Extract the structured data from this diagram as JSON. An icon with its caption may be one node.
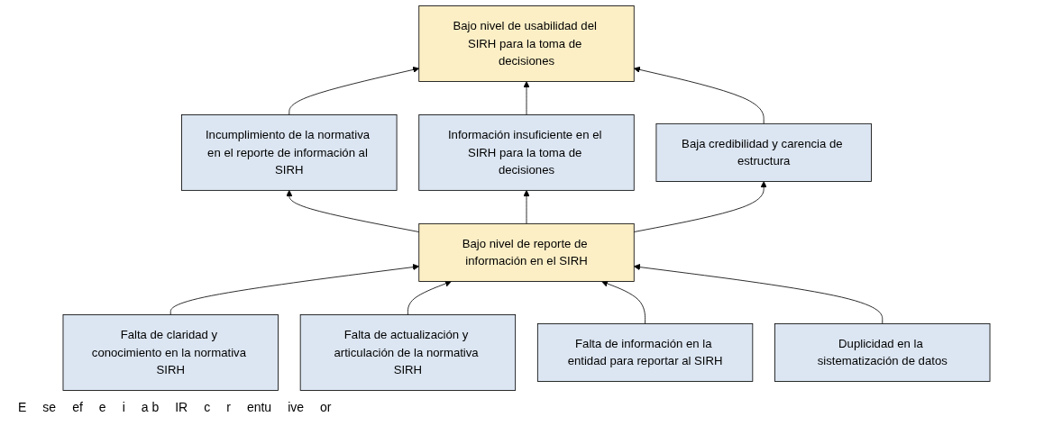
{
  "diagram": {
    "nodes": [
      {
        "text": [
          "Bajo nivel de usabilidad del SIRH para la toma de decisiones"
        ]
      },
      {
        "text": [
          "Incumplimiento de la normativa en el reporte de información al SIRH"
        ]
      },
      {
        "text": [
          "Información insuficiente en el SIRH para la toma de decisiones"
        ]
      },
      {
        "text": [
          "Baja credibilidad y carencia de estructura"
        ]
      },
      {
        "text": [
          "Bajo nivel de reporte de información en el SIRH"
        ]
      },
      {
        "text": [
          "Falta de claridad y conocimiento en la normativa SIRH"
        ]
      },
      {
        "text": [
          "Falta de actualización y articulación de la normativa SIRH"
        ]
      },
      {
        "text": [
          "Falta de información en la entidad para reportar al SIRH"
        ]
      },
      {
        "text": [
          "Duplicidad en la sistematización de datos"
        ]
      }
    ],
    "edges": [
      {
        "from": 1,
        "to": 0,
        "arrow": "to"
      },
      {
        "from": 2,
        "to": 0,
        "arrow": "to"
      },
      {
        "from": 3,
        "to": 0,
        "arrow": "to"
      },
      {
        "from": 4,
        "to": 1,
        "arrow": "to"
      },
      {
        "from": 4,
        "to": 2,
        "arrow": "to"
      },
      {
        "from": 4,
        "to": 3,
        "arrow": "to"
      },
      {
        "from": 5,
        "to": 4,
        "arrow": "to"
      },
      {
        "from": 6,
        "to": 4,
        "arrow": "to"
      },
      {
        "from": 7,
        "to": 4,
        "arrow": "to"
      },
      {
        "from": 8,
        "to": 4,
        "arrow": "to"
      }
    ],
    "labels": [
      "E",
      "se",
      "ef",
      "e",
      "i",
      "a b",
      "IR",
      "c",
      "r",
      "entu",
      "ive",
      "or"
    ]
  }
}
